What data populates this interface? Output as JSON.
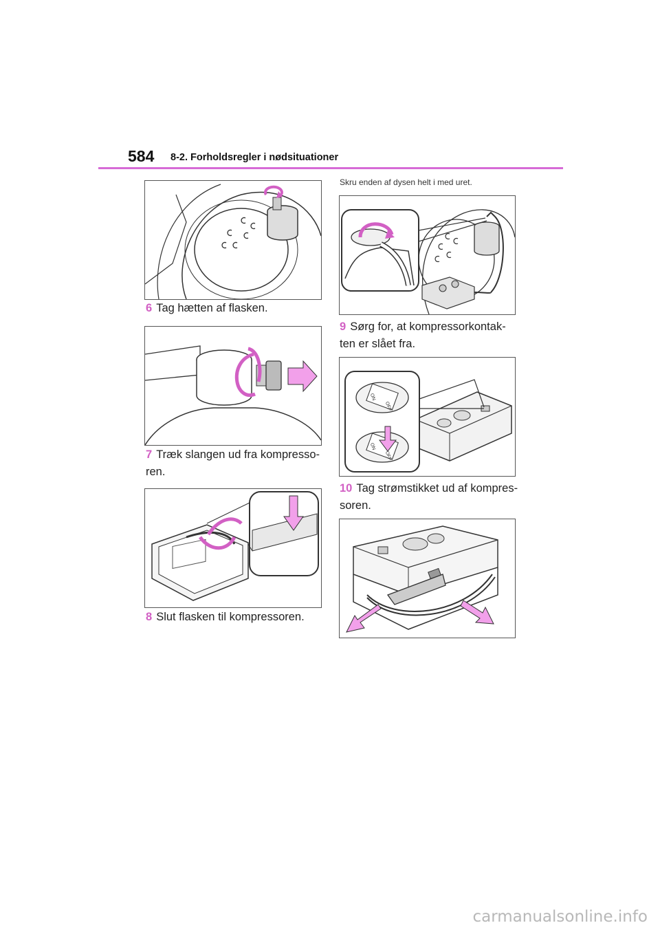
{
  "header": {
    "page_number": "584",
    "section_title": "8-2. Forholdsregler i nødsituationer"
  },
  "left_column": {
    "steps": [
      {
        "number": "6",
        "text": "Tag hætten af flasken."
      },
      {
        "number": "7",
        "text": "Træk slangen ud fra kompresso-ren."
      },
      {
        "number": "8",
        "text": "Slut flasken til kompressoren."
      }
    ]
  },
  "right_column": {
    "note": "Skru enden af dysen helt i med uret.",
    "steps": [
      {
        "number": "9",
        "text": "Sørg for, at kompressorkontak-ten er slået fra."
      },
      {
        "number": "10",
        "text": "Tag strømstikket ud af kompres-soren."
      }
    ]
  },
  "figures": {
    "switch_labels": {
      "on": "ON",
      "off": "OFF"
    }
  },
  "colors": {
    "accent": "#d66bd6",
    "arrow_fill": "#f2a0ea",
    "step_number": "#d260c4"
  },
  "watermark": "carmanualsonline.info"
}
